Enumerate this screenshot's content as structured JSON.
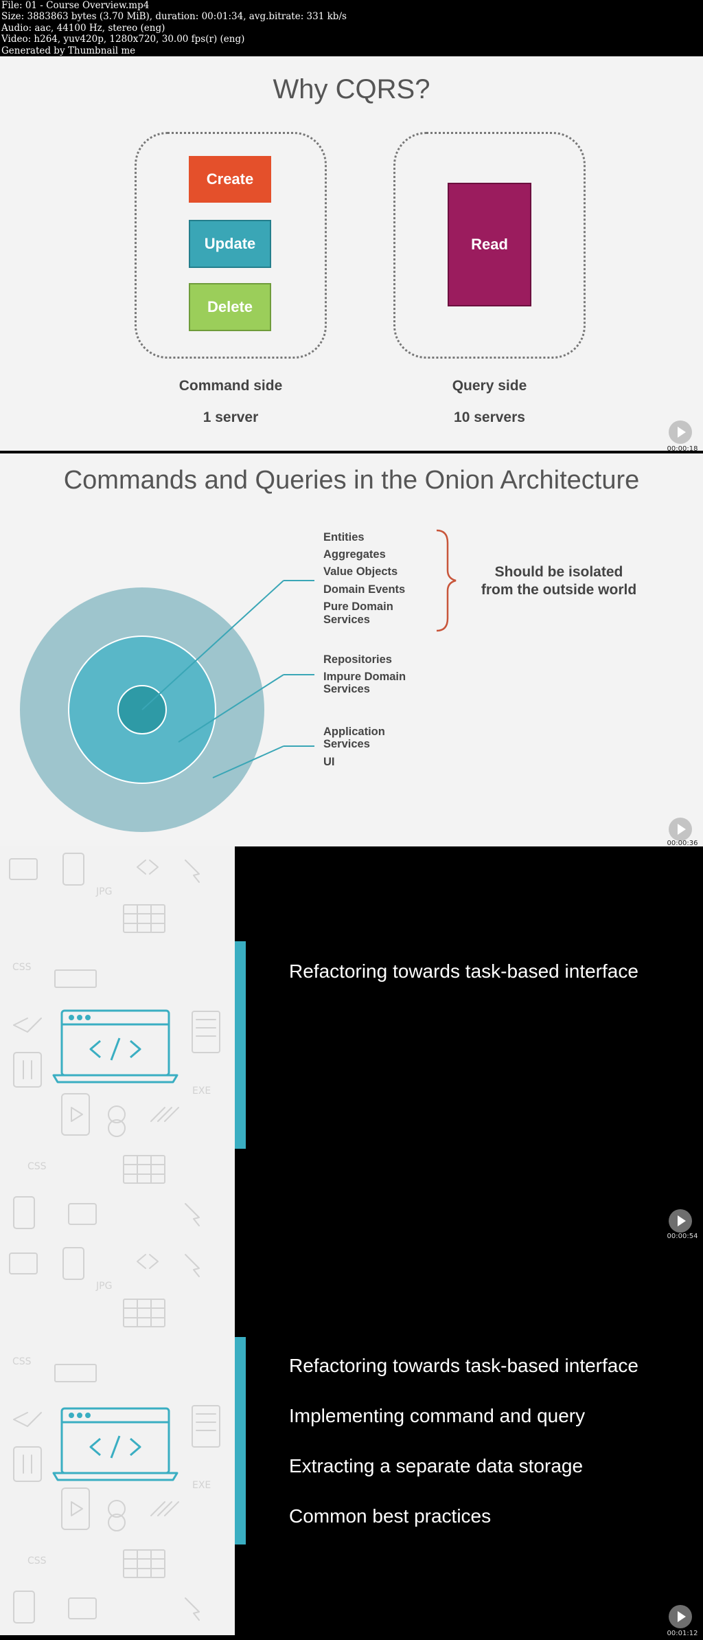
{
  "file_info": {
    "lines": [
      "File: 01 - Course Overview.mp4",
      "Size: 3883863 bytes (3.70 MiB), duration: 00:01:34, avg.bitrate: 331 kb/s",
      "Audio: aac, 44100 Hz, stereo (eng)",
      "Video: h264, yuv420p, 1280x720, 30.00 fps(r) (eng)",
      "Generated by Thumbnail me"
    ]
  },
  "slide1": {
    "title": "Why CQRS?",
    "command_buttons": [
      "Create",
      "Update",
      "Delete"
    ],
    "read_button": "Read",
    "command_caption": "Command side",
    "command_servers": "1 server",
    "query_caption": "Query side",
    "query_servers": "10 servers",
    "timestamp": "00:00:18",
    "colors": {
      "create": "#e4502b",
      "update": "#3aa6b6",
      "delete": "#9bce5a",
      "read": "#9b1c5e"
    }
  },
  "slide2": {
    "title": "Commands and Queries in the Onion Architecture",
    "core_labels": [
      "Entities",
      "Aggregates",
      "Value Objects",
      "Domain Events",
      "Pure Domain",
      "Services"
    ],
    "middle_labels": [
      "Repositories",
      "Impure Domain",
      "Services"
    ],
    "outer_labels": [
      "Application",
      "Services",
      "UI"
    ],
    "isolation_note": [
      "Should be isolated",
      "from the outside world"
    ],
    "timestamp": "00:00:36",
    "colors": {
      "outer": "#9ec5cd",
      "middle": "#59b7c8",
      "core": "#2e9aa6",
      "brace": "#c8553a"
    }
  },
  "slide3": {
    "items": [
      "Refactoring towards task-based interface"
    ],
    "timestamp": "00:00:54"
  },
  "slide4": {
    "items": [
      "Refactoring towards task-based interface",
      "Implementing command and query",
      "Extracting a separate data storage",
      "Common best practices"
    ],
    "timestamp": "00:01:12"
  },
  "icons": {
    "laptop": "laptop-code-icon",
    "play": "play-icon"
  }
}
